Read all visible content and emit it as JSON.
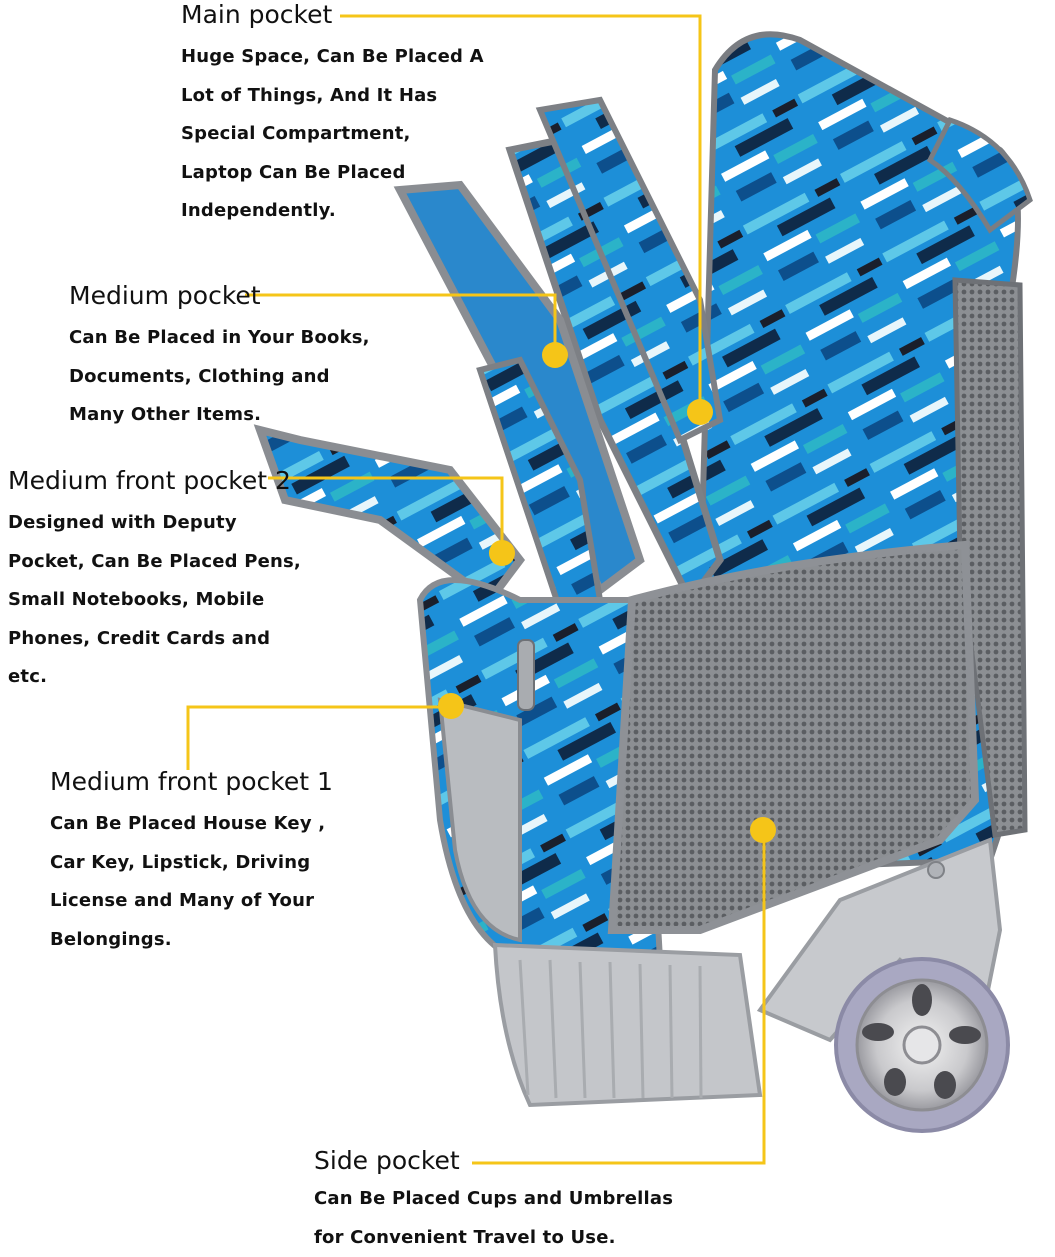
{
  "accent_color": "#f5c518",
  "callouts": {
    "main": {
      "title": "Main pocket",
      "lines": [
        "Huge Space, Can Be Placed A",
        "Lot of Things, And It Has",
        "Special Compartment,",
        "Laptop Can Be Placed",
        "Independently."
      ]
    },
    "medium": {
      "title": "Medium pocket",
      "lines": [
        "Can Be Placed in Your Books,",
        "Documents, Clothing and",
        "Many Other Items."
      ]
    },
    "front2": {
      "title": "Medium front pocket 2",
      "lines": [
        "Designed with Deputy",
        "Pocket, Can Be Placed Pens,",
        "Small Notebooks, Mobile",
        "Phones, Credit Cards and",
        "etc."
      ]
    },
    "front1": {
      "title": "Medium front pocket 1",
      "lines": [
        "Can Be Placed House Key ,",
        "Car Key, Lipstick, Driving",
        "License and Many of Your",
        "Belongings."
      ]
    },
    "side": {
      "title": "Side pocket",
      "lines": [
        "Can Be Placed Cups and Umbrellas",
        "for Convenient Travel to Use."
      ]
    }
  }
}
